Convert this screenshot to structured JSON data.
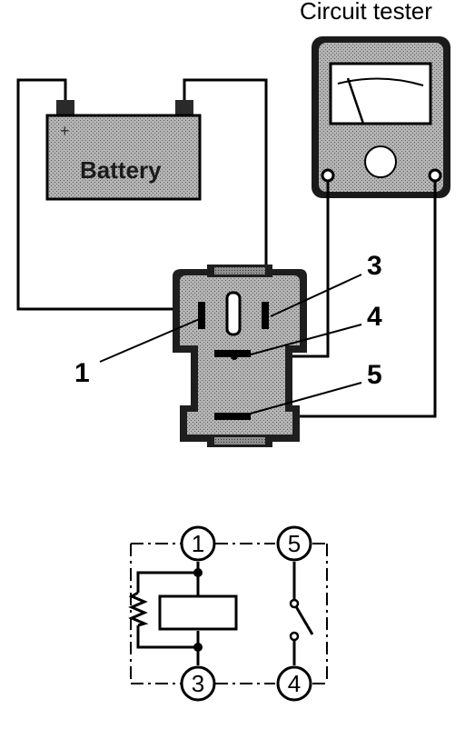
{
  "title": "Circuit tester",
  "battery_label": "Battery",
  "callouts": [
    "1",
    "3",
    "4",
    "5"
  ],
  "schematic_pins": [
    "1",
    "5",
    "3",
    "4"
  ],
  "colors": {
    "ink": "#000000",
    "paper": "#ffffff",
    "gray": "#9a9a9a"
  }
}
